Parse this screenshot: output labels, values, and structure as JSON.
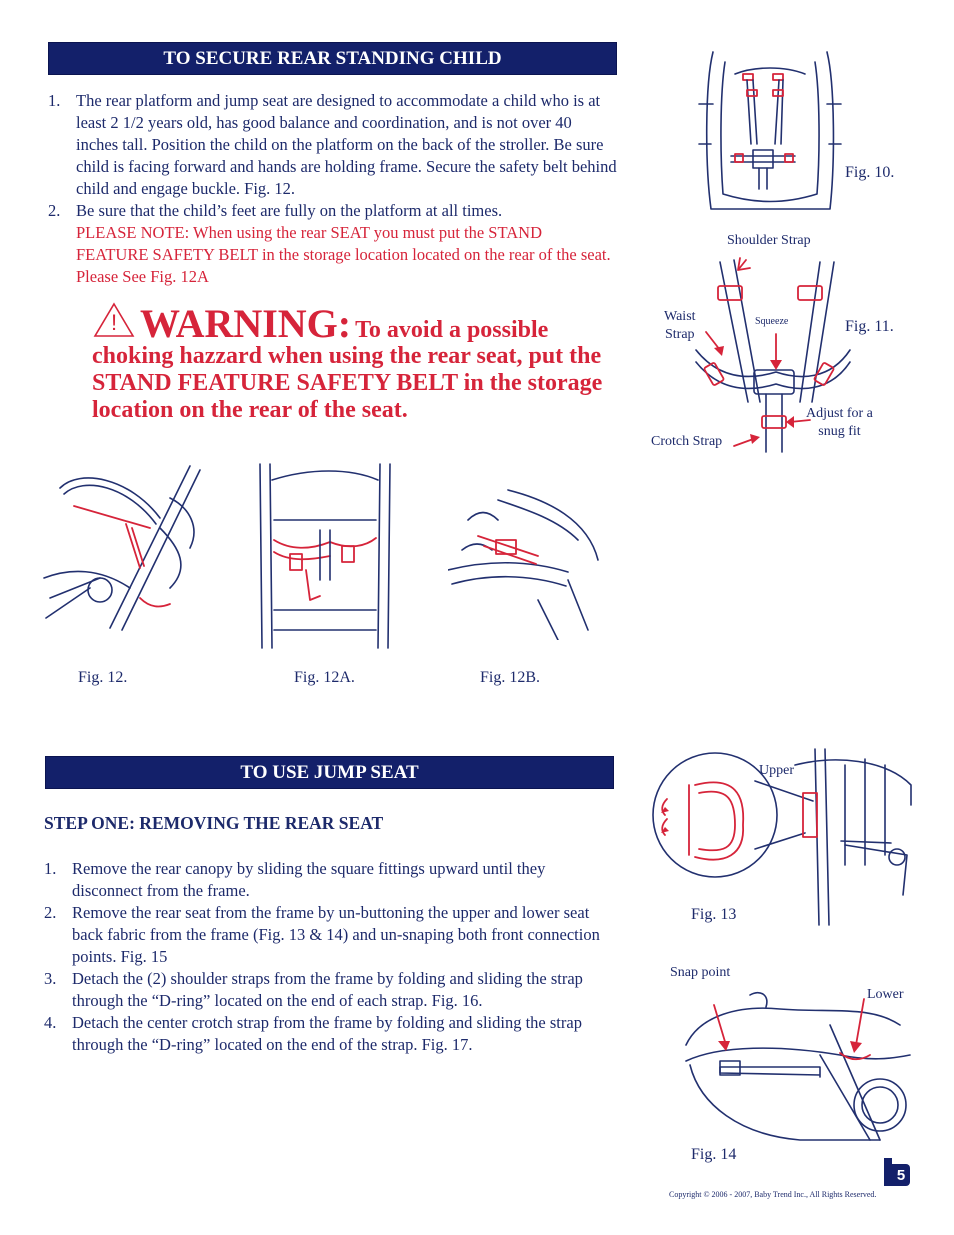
{
  "section1": {
    "banner": "TO SECURE REAR STANDING CHILD",
    "items": [
      {
        "num": "1.",
        "text": "The rear platform and jump seat are designed to accommodate a child who is at least 2 1/2 years old, has good balance and coordination, and is not over 40 inches tall.  Position the child on the platform on the back of the stroller. Be sure child is facing forward and hands are holding frame. Secure the safety belt behind child and engage buckle. Fig. 12."
      },
      {
        "num": "2.",
        "text": "Be sure that the child’s feet are fully on the platform at all times.",
        "note": "PLEASE NOTE: When using the rear SEAT you must put the STAND FEATURE SAFETY BELT in the storage location located on the rear of the seat. Please See Fig. 12A"
      }
    ]
  },
  "warning": {
    "symbol": "!",
    "title": "WARNING:",
    "lead": "To avoid a possible",
    "text": "choking hazzard when using the rear seat, put the STAND FEATURE SAFETY BELT in the storage location on the rear of the seat."
  },
  "figures_top": {
    "fig10": "Fig. 10.",
    "fig11": "Fig. 11.",
    "shoulder_strap": "Shoulder Strap",
    "waist_strap": "Waist\nStrap",
    "squeeze": "Squeeze",
    "adjust": "Adjust for a\nsnug fit",
    "crotch_strap": "Crotch Strap"
  },
  "figures_mid": {
    "fig12": "Fig. 12.",
    "fig12a": "Fig. 12A.",
    "fig12b": "Fig. 12B."
  },
  "section2": {
    "banner": "TO USE JUMP SEAT",
    "step_title": "STEP ONE: REMOVING THE REAR SEAT",
    "items": [
      {
        "num": "1.",
        "text": "Remove the rear canopy by sliding the square fittings upward until they disconnect from the frame."
      },
      {
        "num": "2.",
        "text": "Remove the rear seat from the frame by un-buttoning the upper and lower seat back fabric from the frame (Fig. 13 & 14) and un-snaping both front connection points.  Fig. 15"
      },
      {
        "num": "3.",
        "text": "Detach the (2) shoulder straps from the frame by folding and sliding the strap through the “D-ring” located on the end of each strap. Fig. 16."
      },
      {
        "num": "4.",
        "text": "Detach the center crotch strap from the frame by folding and sliding the strap through the “D-ring” located on the end of the strap. Fig. 17."
      }
    ]
  },
  "figures_bottom": {
    "upper": "Upper",
    "fig13": "Fig. 13",
    "snap_point": "Snap point",
    "lower": "Lower",
    "fig14": "Fig. 14"
  },
  "footer": {
    "page_number": "5",
    "copyright": "Copyright © 2006 - 2007, Baby Trend Inc., All Rights Reserved."
  }
}
